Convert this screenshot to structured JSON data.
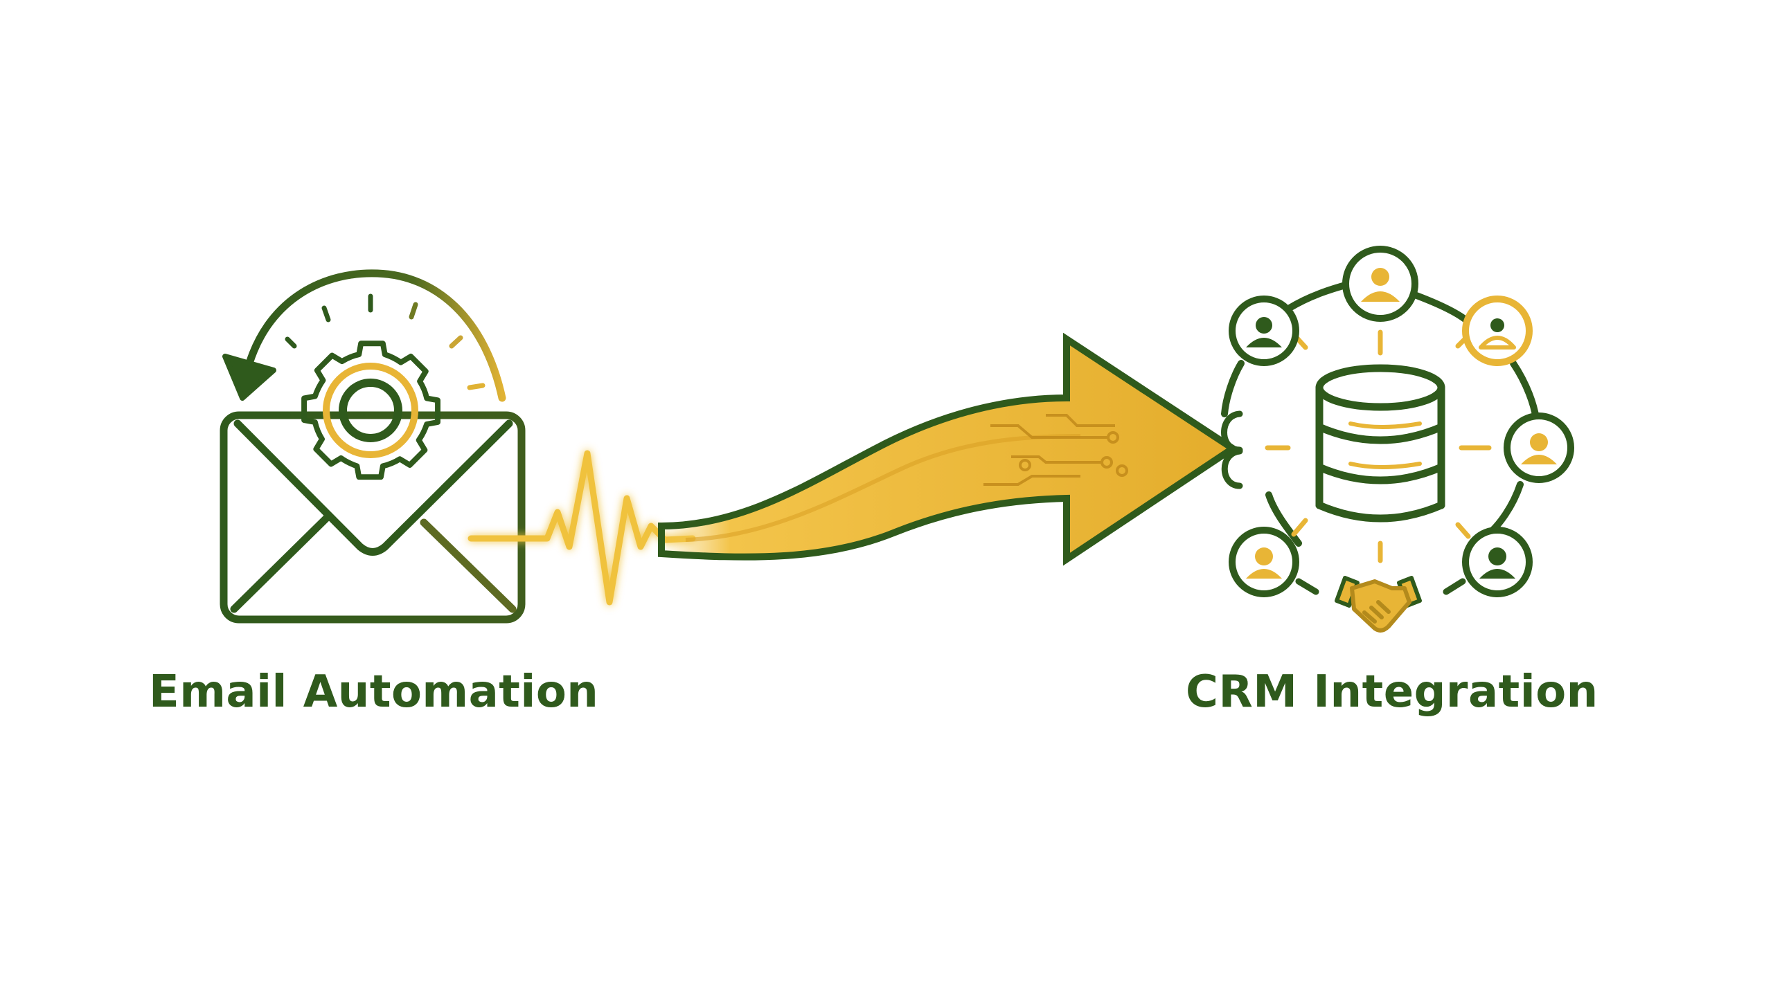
{
  "nodes": [
    {
      "id": "email",
      "label": "Email Automation",
      "icon": "email-gear-icon"
    },
    {
      "id": "crm",
      "label": "CRM Integration",
      "icon": "crm-database-network-icon"
    }
  ],
  "edges": [
    {
      "from": "email",
      "to": "crm",
      "style": "curved-arrow-with-pulse"
    }
  ],
  "colors": {
    "green": "#2f5a1c",
    "gold": "#e8b536",
    "gold_light": "#f6cf5a"
  }
}
